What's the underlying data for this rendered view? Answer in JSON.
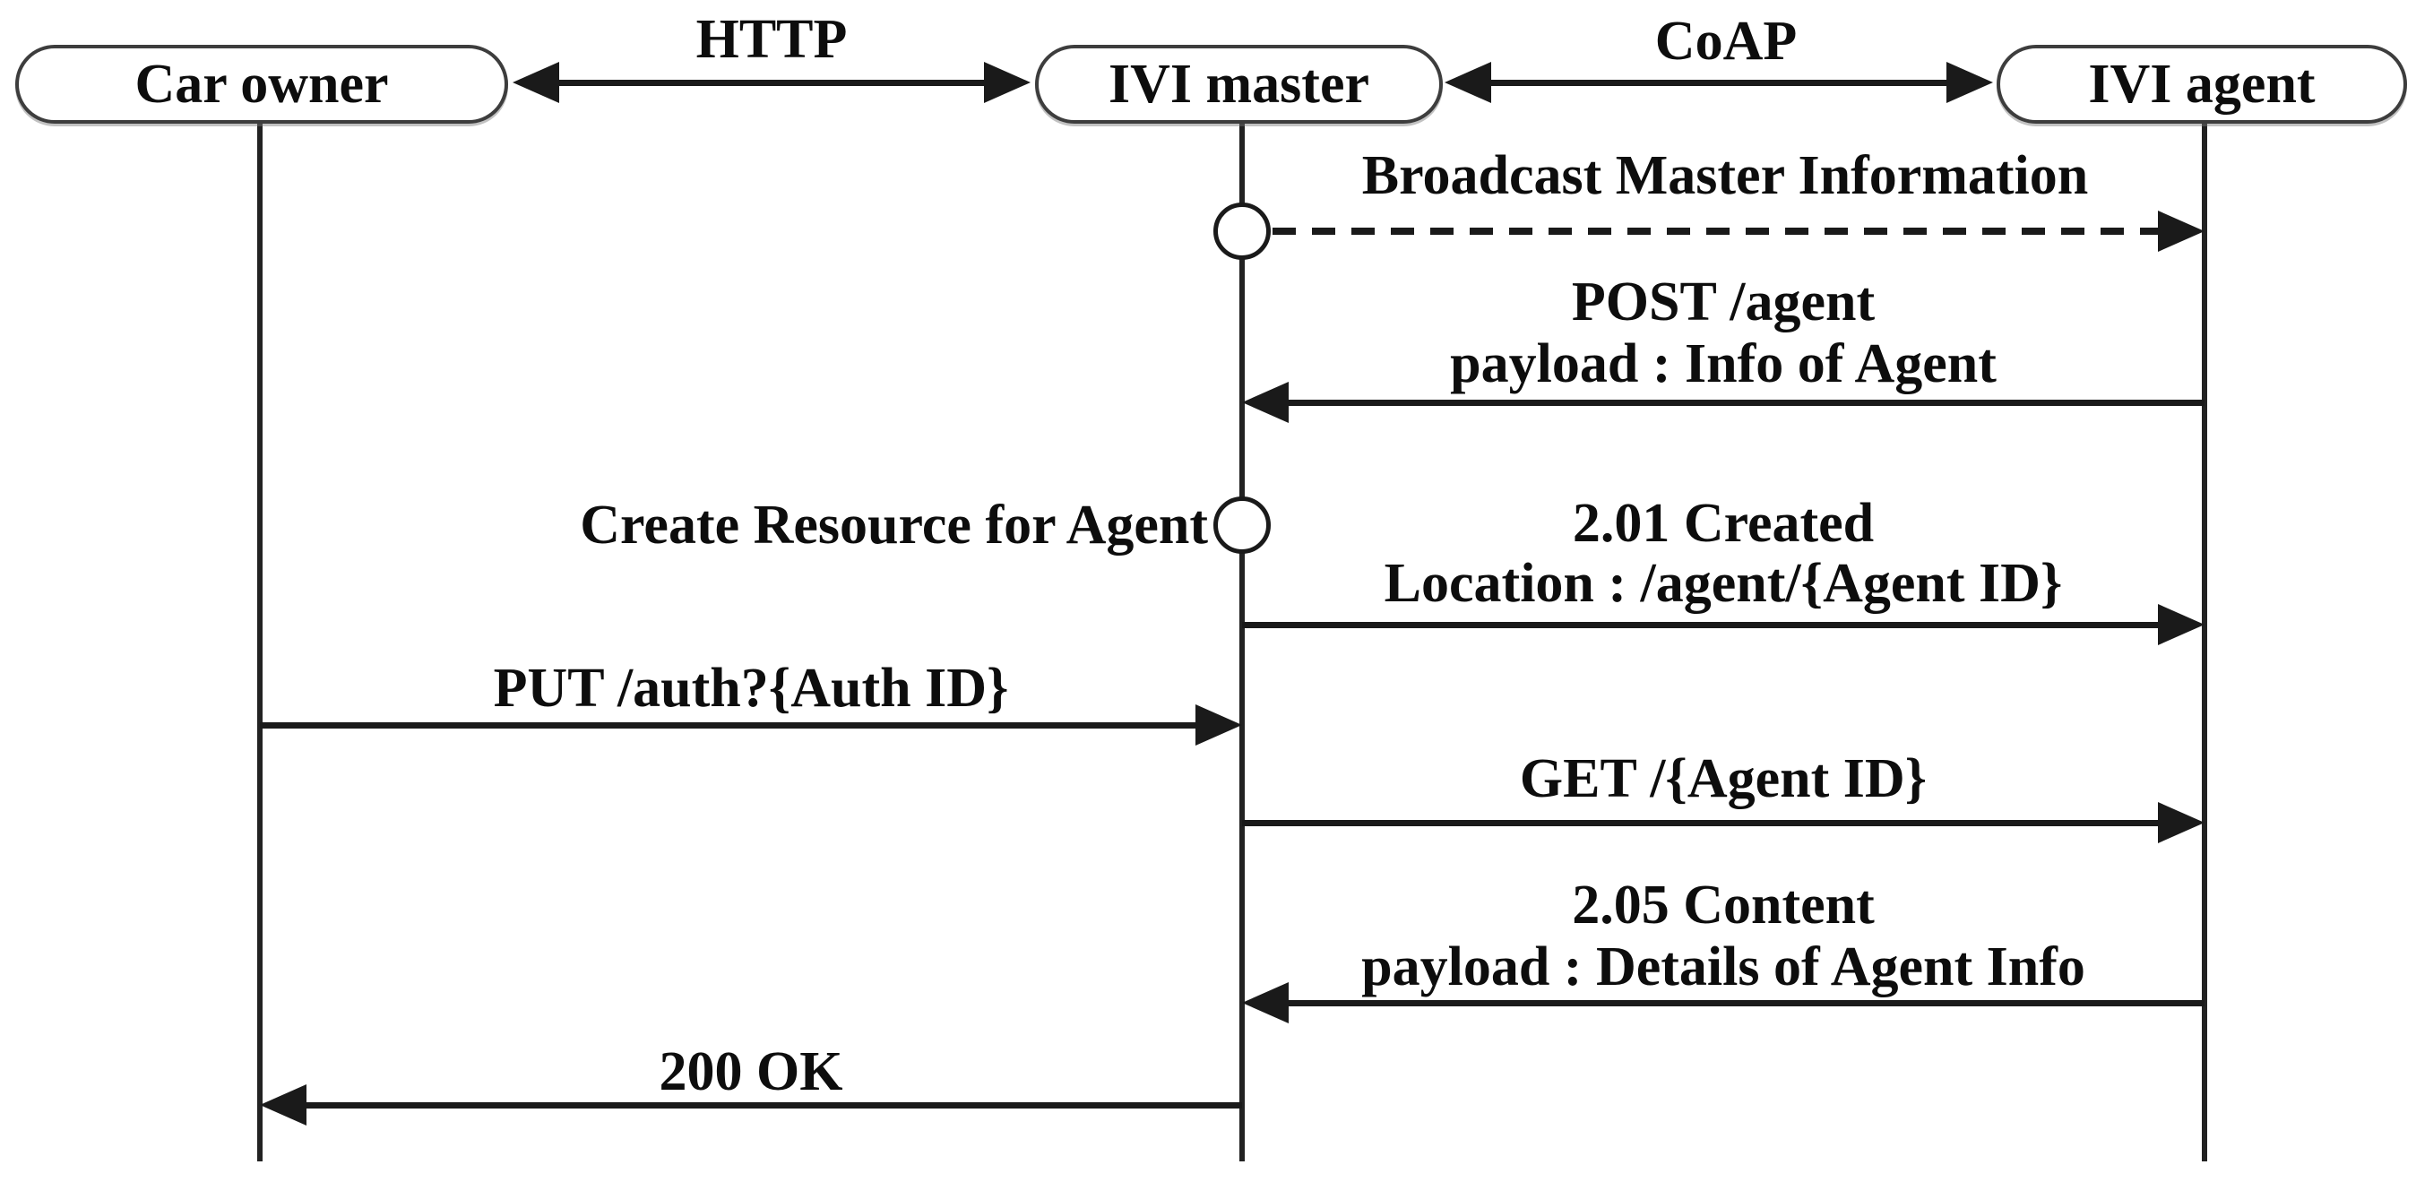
{
  "diagram": {
    "type": "sequence-diagram",
    "background_color": "#ffffff",
    "line_color": "#1a1a1a",
    "text_color": "#0d0d0d",
    "actors": [
      {
        "name": "Car owner"
      },
      {
        "name": "IVI master"
      },
      {
        "name": "IVI agent"
      }
    ],
    "protocols": [
      {
        "name": "HTTP",
        "between": [
          "Car owner",
          "IVI master"
        ],
        "arrow": "double-headed"
      },
      {
        "name": "CoAP",
        "between": [
          "IVI master",
          "IVI agent"
        ],
        "arrow": "double-headed"
      }
    ],
    "messages": [
      {
        "label": "Broadcast Master Information",
        "from": "IVI master",
        "to": "IVI agent",
        "style": "dashed",
        "origin_marker": "circle"
      },
      {
        "label": "POST /agent",
        "sublabel": "payload : Info of Agent",
        "from": "IVI agent",
        "to": "IVI master",
        "style": "solid"
      },
      {
        "note": "Create Resource for Agent",
        "label": "2.01 Created",
        "sublabel": "Location : /agent/{Agent ID}",
        "from": "IVI master",
        "to": "IVI agent",
        "style": "solid",
        "origin_marker": "circle"
      },
      {
        "label": "PUT /auth?{Auth ID}",
        "from": "Car owner",
        "to": "IVI master",
        "style": "solid"
      },
      {
        "label": "GET /{Agent ID}",
        "from": "IVI master",
        "to": "IVI agent",
        "style": "solid"
      },
      {
        "label": "2.05 Content",
        "sublabel": "payload : Details of Agent Info",
        "from": "IVI agent",
        "to": "IVI master",
        "style": "solid"
      },
      {
        "label": "200 OK",
        "from": "IVI master",
        "to": "Car owner",
        "style": "solid"
      }
    ]
  }
}
